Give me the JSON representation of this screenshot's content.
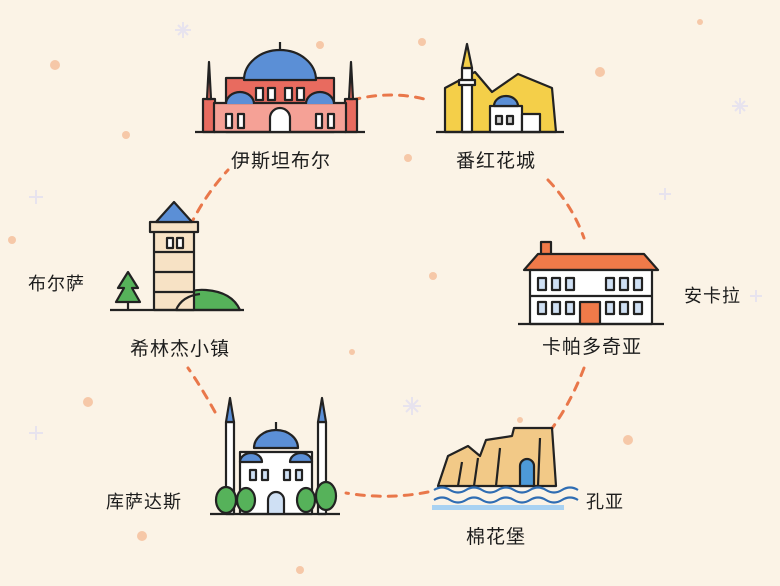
{
  "stops": [
    {
      "id": "istanbul",
      "name": "伊斯坦布尔",
      "landmark": "hagia-sophia"
    },
    {
      "id": "safranbolu",
      "name": "番红花城",
      "landmark": "mosque-on-cliff"
    },
    {
      "id": "cappadocia",
      "name": "卡帕多奇亚",
      "region": "安卡拉",
      "landmark": "ottoman-house"
    },
    {
      "id": "pamukkale",
      "name": "棉花堡",
      "region": "孔亚",
      "landmark": "travertine-cliffs"
    },
    {
      "id": "kusadasi",
      "name": "库萨达斯",
      "landmark": "blue-mosque"
    },
    {
      "id": "sirince",
      "name": "希林杰小镇",
      "region": "布尔萨",
      "landmark": "tower-and-hill"
    }
  ],
  "route_color": "#e9774a",
  "accent_colors": {
    "dome_blue": "#5b8fd6",
    "red_brick": "#e86b5f",
    "sand": "#f2c987",
    "yellow": "#f4cf49",
    "tree_green": "#56b25a",
    "water": "#4d9ad8"
  }
}
